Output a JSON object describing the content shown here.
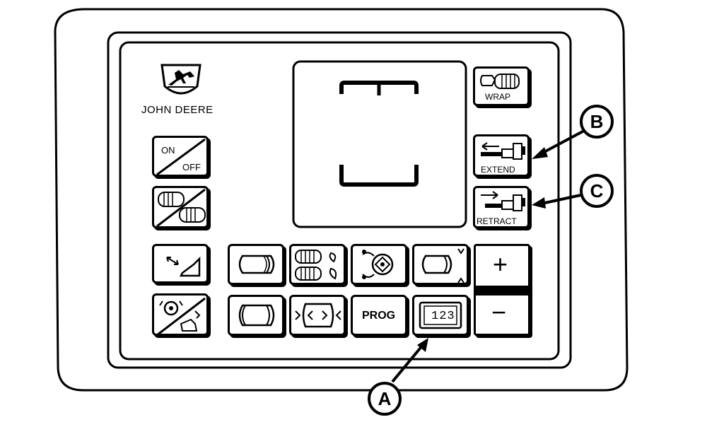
{
  "brand": {
    "name": "JOHN DEERE"
  },
  "keys": {
    "on_off": {
      "on": "ON",
      "off": "OFF"
    },
    "wrap": {
      "label": "WRAP"
    },
    "extend": {
      "label": "EXTEND"
    },
    "retract": {
      "label": "RETRACT"
    },
    "prog": {
      "label": "PROG"
    },
    "counter": {
      "digits": "123"
    },
    "plus": {
      "label": "+"
    },
    "minus": {
      "label": "−"
    }
  },
  "callouts": {
    "a": "A",
    "b": "B",
    "c": "C"
  },
  "icons": {
    "logo": "deer-logo-icon",
    "display_frame": "bale-chamber-display-icon",
    "bale_wrap": "bale-wrap-icon",
    "extend": "arm-extend-icon",
    "retract": "arm-retract-icon",
    "on_off": "power-toggle-icon",
    "bale_monitor_off": "bale-monitor-off-icon",
    "tailgate": "tailgate-icon",
    "pickup_off": "pickup-off-icon",
    "bale_small": "bale-small-icon",
    "bale_large": "bale-large-icon",
    "bale_count": "bale-count-icon",
    "net_roll": "net-roll-icon",
    "bale_diameter": "bale-diameter-icon",
    "bale_shape": "bale-shape-icon",
    "counter": "counter-display-icon"
  }
}
